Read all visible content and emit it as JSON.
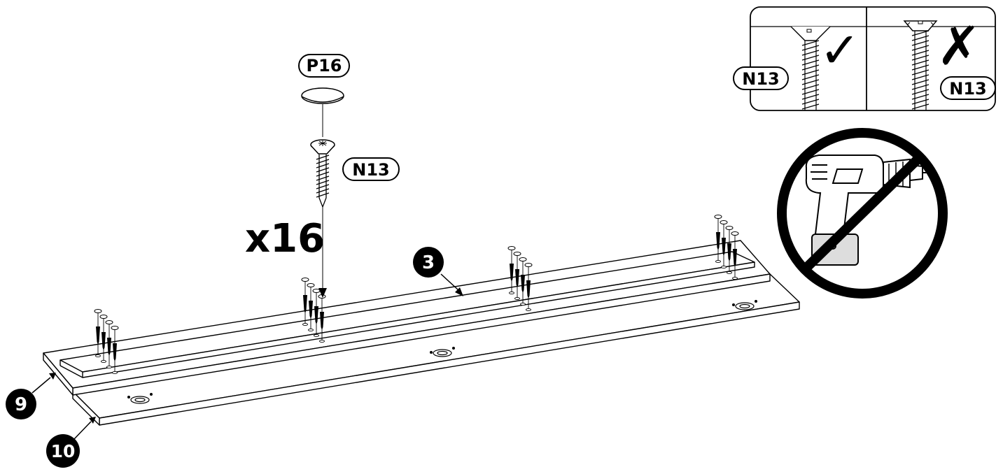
{
  "parts": {
    "cap": "P16",
    "screw": "N13",
    "quantity": "x16"
  },
  "panels": {
    "top": "3",
    "left": "9",
    "bottom": "10"
  },
  "inset": {
    "correct_label": "N13",
    "wrong_label": "N13",
    "correct_mark": "✓",
    "wrong_mark": "✗"
  },
  "warning": {
    "icon": "no-power-drill-icon"
  }
}
